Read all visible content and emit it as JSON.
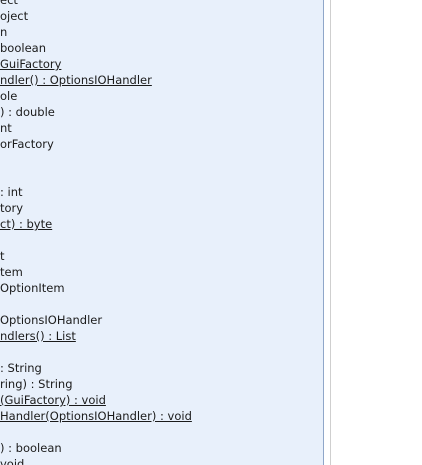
{
  "members": [
    {
      "text": "ect",
      "underline": false
    },
    {
      "text": "oject",
      "underline": false
    },
    {
      "text": "n",
      "underline": false
    },
    {
      "text": "boolean",
      "underline": false
    },
    {
      "text": " GuiFactory ",
      "underline": true
    },
    {
      "text": "ndler() : OptionsIOHandler ",
      "underline": true
    },
    {
      "text": "ole",
      "underline": false
    },
    {
      "text": ") : double",
      "underline": false
    },
    {
      "text": "nt",
      "underline": false
    },
    {
      "text": "orFactory",
      "underline": false
    },
    {
      "text": "",
      "underline": false
    },
    {
      "text": "",
      "underline": false
    },
    {
      "text": ": int",
      "underline": false
    },
    {
      "text": "tory",
      "underline": false
    },
    {
      "text": "ct) : byte",
      "underline": true
    },
    {
      "text": "",
      "underline": false
    },
    {
      "text": "t",
      "underline": false
    },
    {
      "text": "tem",
      "underline": false
    },
    {
      "text": "OptionItem",
      "underline": false
    },
    {
      "text": "",
      "underline": false
    },
    {
      "text": " OptionsIOHandler",
      "underline": false
    },
    {
      "text": "ndlers() : List",
      "underline": true
    },
    {
      "text": "",
      "underline": false
    },
    {
      "text": ": String",
      "underline": false
    },
    {
      "text": "ring) : String",
      "underline": false
    },
    {
      "text": "(GuiFactory) : void ",
      "underline": true
    },
    {
      "text": "Handler(OptionsIOHandler) : void ",
      "underline": true
    },
    {
      "text": "",
      "underline": false
    },
    {
      "text": ") : boolean",
      "underline": false
    },
    {
      "text": " void",
      "underline": false
    }
  ]
}
